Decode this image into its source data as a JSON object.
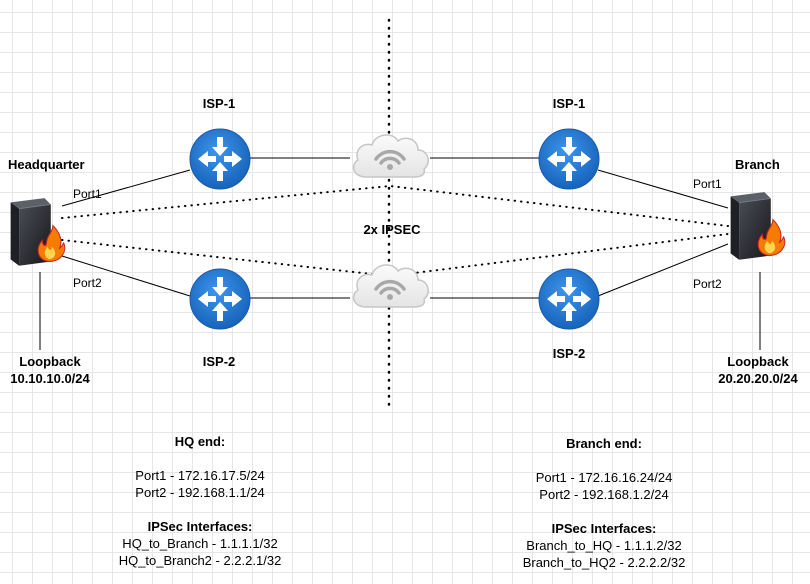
{
  "labels": {
    "headquarter": "Headquarter",
    "branch": "Branch",
    "isp1_left": "ISP-1",
    "isp1_right": "ISP-1",
    "isp2_left": "ISP-2",
    "isp2_right": "ISP-2",
    "hq_port1": "Port1",
    "hq_port2": "Port2",
    "br_port1": "Port1",
    "br_port2": "Port2",
    "ipsec": "2x IPSEC",
    "hq_loopback_title": "Loopback",
    "hq_loopback_net": "10.10.10.0/24",
    "br_loopback_title": "Loopback",
    "br_loopback_net": "20.20.20.0/24"
  },
  "hq_end": {
    "title": "HQ end:",
    "port1": "Port1 - 172.16.17.5/24",
    "port2": "Port2 - 192.168.1.1/24",
    "ipsec_title": "IPSec Interfaces:",
    "ipsec1": "HQ_to_Branch - 1.1.1.1/32",
    "ipsec2": "HQ_to_Branch2 - 2.2.2.1/32"
  },
  "branch_end": {
    "title": "Branch end:",
    "port1": "Port1 - 172.16.16.24/24",
    "port2": "Port2 - 192.168.1.2/24",
    "ipsec_title": "IPSec Interfaces:",
    "ipsec1": "Branch_to_HQ - 1.1.1.2/32",
    "ipsec2": "Branch_to_HQ2 - 2.2.2.2/32"
  },
  "icons": {
    "router": "router-icon",
    "cloud": "cloud-wifi-icon",
    "firewall": "firewall-icon"
  },
  "colors": {
    "router_blue": "#1f75d1",
    "cloud_fill": "#f2f2f2",
    "cloud_stroke": "#c9c9c9",
    "firewall_dark": "#2b2d33",
    "flame_orange": "#f57c00",
    "flame_red": "#d32f2f"
  }
}
